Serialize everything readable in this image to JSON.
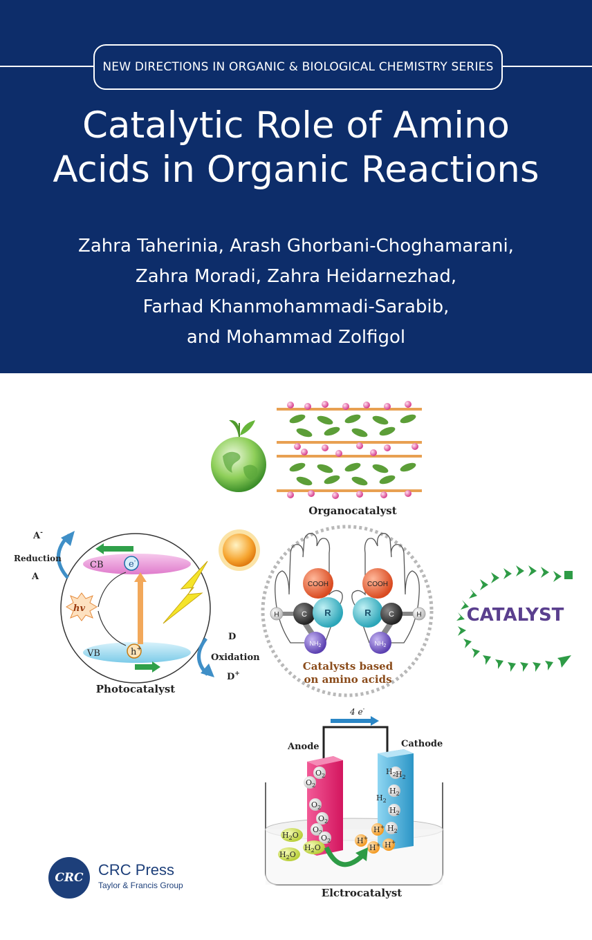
{
  "cover": {
    "series": "NEW DIRECTIONS IN ORGANIC & BIOLOGICAL CHEMISTRY SERIES",
    "title_lines": [
      "Catalytic Role of Amino",
      "Acids in Organic Reactions"
    ],
    "author_lines": [
      "Zahra Taherinia, Arash Ghorbani-Choghamarani,",
      "Zahra Moradi, Zahra Heidarnezhad,",
      "Farhad Khanmohammadi-Sarabib,",
      "and Mohammad Zolfigol"
    ]
  },
  "illustration": {
    "organocatalyst": "Organocatalyst",
    "photo": {
      "caption": "Photocatalyst",
      "a_minus": "A",
      "a_minus_sup": "-",
      "reduction": "Reduction",
      "a": "A",
      "cb": "CB",
      "electron": "e",
      "electron_sup": "-",
      "hv": "hv",
      "vb": "VB",
      "hole": "h",
      "hole_sup": "+",
      "d": "D",
      "oxidation": "Oxidation",
      "d_plus": "D",
      "d_plus_sup": "+"
    },
    "amino": {
      "cooh_left": "COOH",
      "cooh_right": "COOH",
      "c_left": "C",
      "r_left": "R",
      "r_right": "R",
      "c_right": "C",
      "h_left": "H",
      "h_right": "H",
      "nh2_left": "NH",
      "nh2_left_sub": "2",
      "nh2_right": "NH",
      "nh2_right_sub": "2",
      "caption_line1": "Catalysts based",
      "caption_line2": "on amino acids"
    },
    "catalyst_word": "CATALYST",
    "electro": {
      "caption": "Elctrocatalyst",
      "flow": "4 e",
      "flow_sup": "-",
      "anode": "Anode",
      "cathode": "Cathode",
      "o2": "O",
      "o2_sub": "2",
      "h2": "H",
      "h2_sub": "2",
      "h2o": "H",
      "h2o_sub": "2",
      "h2o_tail": "O",
      "hplus": "H",
      "hplus_sup": "+"
    }
  },
  "publisher": {
    "logo": "CRC",
    "name": "CRC Press",
    "group": "Taylor & Francis Group"
  },
  "colors": {
    "band": "#0d2d6a",
    "anode": "#e8246f",
    "cathode": "#3fa9d6",
    "catalyst_text": "#5a3f8e",
    "arrow_green": "#2e9b46"
  }
}
